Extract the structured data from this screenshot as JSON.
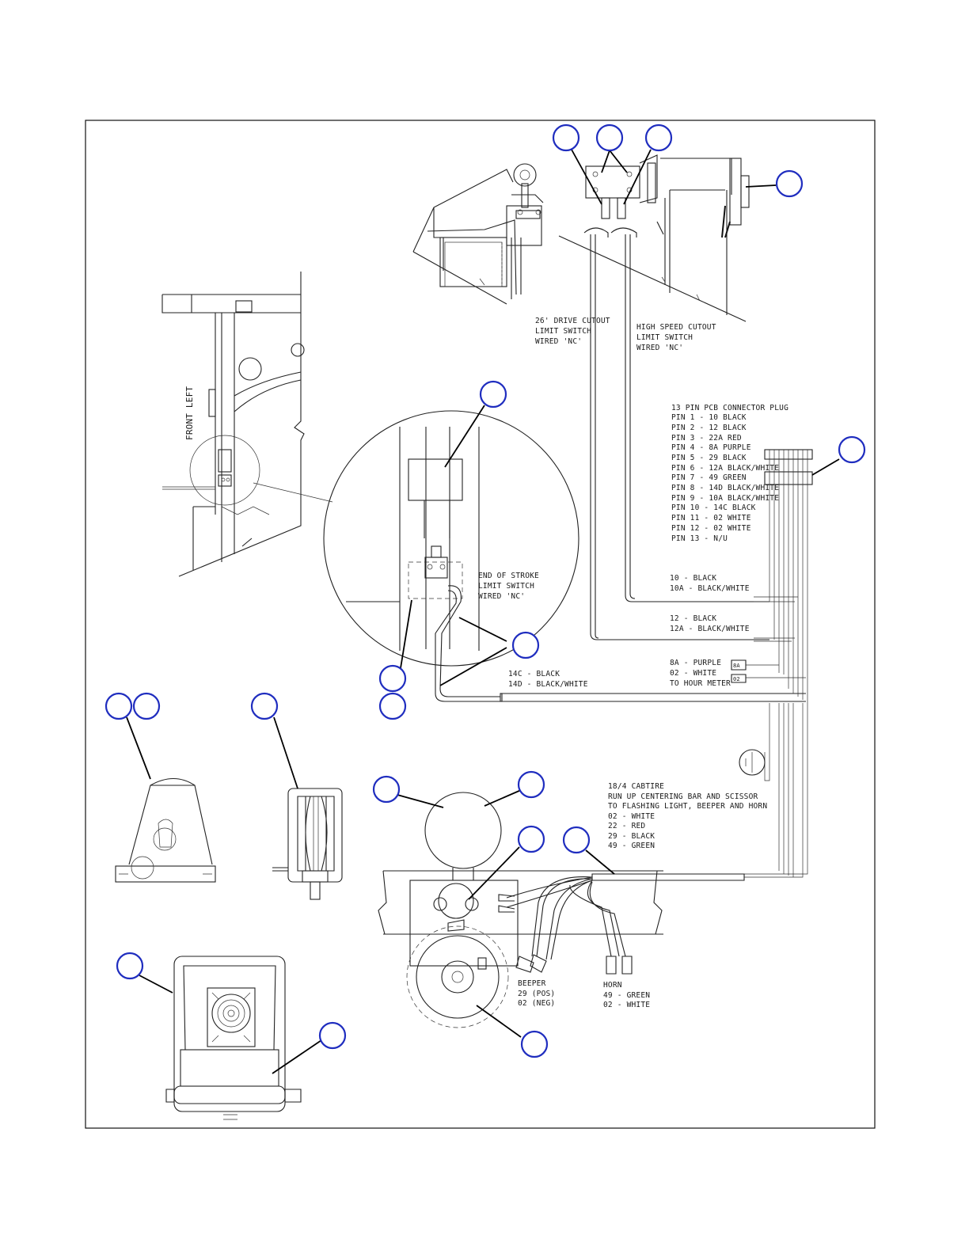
{
  "labels": {
    "drive_cutout": [
      "26' DRIVE CUTOUT",
      "LIMIT SWITCH",
      "WIRED 'NC'"
    ],
    "high_speed_cutout": [
      "HIGH SPEED CUTOUT",
      "LIMIT SWITCH",
      "WIRED 'NC'"
    ],
    "front_left": "FRONT LEFT",
    "connector_plug": [
      "13 PIN PCB CONNECTOR PLUG",
      "PIN 1 - 10 BLACK",
      "PIN 2 - 12 BLACK",
      "PIN 3 - 22A RED",
      "PIN 4 - 8A PURPLE",
      "PIN 5 - 29 BLACK",
      "PIN 6 - 12A BLACK/WHITE",
      "PIN 7 - 49 GREEN",
      "PIN 8 - 14D BLACK/WHITE",
      "PIN 9 - 10A BLACK/WHITE",
      "PIN 10 - 14C BLACK",
      "PIN 11 - 02 WHITE",
      "PIN 12 - 02 WHITE",
      "PIN 13 - N/U"
    ],
    "end_of_stroke": [
      "END OF STROKE",
      "LIMIT SWITCH",
      "WIRED 'NC'"
    ],
    "wire_10": [
      "10 - BLACK",
      "10A - BLACK/WHITE"
    ],
    "wire_12": [
      "12 - BLACK",
      "12A - BLACK/WHITE"
    ],
    "wire_8a": [
      "8A - PURPLE",
      "02 - WHITE",
      "TO HOUR METER"
    ],
    "wire_14": [
      "14C - BLACK",
      "14D - BLACK/WHITE"
    ],
    "cabtire": [
      "18/4 CABTIRE",
      "RUN UP CENTERING BAR AND SCISSOR",
      "TO FLASHING LIGHT, BEEPER AND HORN",
      "02 - WHITE",
      "22 - RED",
      "29 - BLACK",
      "49 - GREEN"
    ],
    "beeper": [
      "BEEPER",
      "29 (POS)",
      "02 (NEG)"
    ],
    "horn": [
      "HORN",
      "49 - GREEN",
      "02 - WHITE"
    ],
    "plug_tag_1": "8A",
    "plug_tag_2": "02"
  },
  "colors": {
    "callout_stroke": "#1f2dbf",
    "line": "#222222"
  },
  "callouts": [
    {
      "id": "c1",
      "label": ""
    },
    {
      "id": "c2",
      "label": ""
    },
    {
      "id": "c3",
      "label": ""
    },
    {
      "id": "c4",
      "label": ""
    },
    {
      "id": "c5",
      "label": ""
    },
    {
      "id": "c6",
      "label": ""
    },
    {
      "id": "c7",
      "label": ""
    },
    {
      "id": "c8",
      "label": ""
    },
    {
      "id": "c9",
      "label": ""
    },
    {
      "id": "c10",
      "label": ""
    },
    {
      "id": "c11",
      "label": ""
    },
    {
      "id": "c12",
      "label": ""
    },
    {
      "id": "c13",
      "label": ""
    },
    {
      "id": "c14",
      "label": ""
    },
    {
      "id": "c15",
      "label": ""
    },
    {
      "id": "c16",
      "label": ""
    },
    {
      "id": "c17",
      "label": ""
    },
    {
      "id": "c18",
      "label": ""
    },
    {
      "id": "c19",
      "label": ""
    },
    {
      "id": "c20",
      "label": ""
    }
  ]
}
